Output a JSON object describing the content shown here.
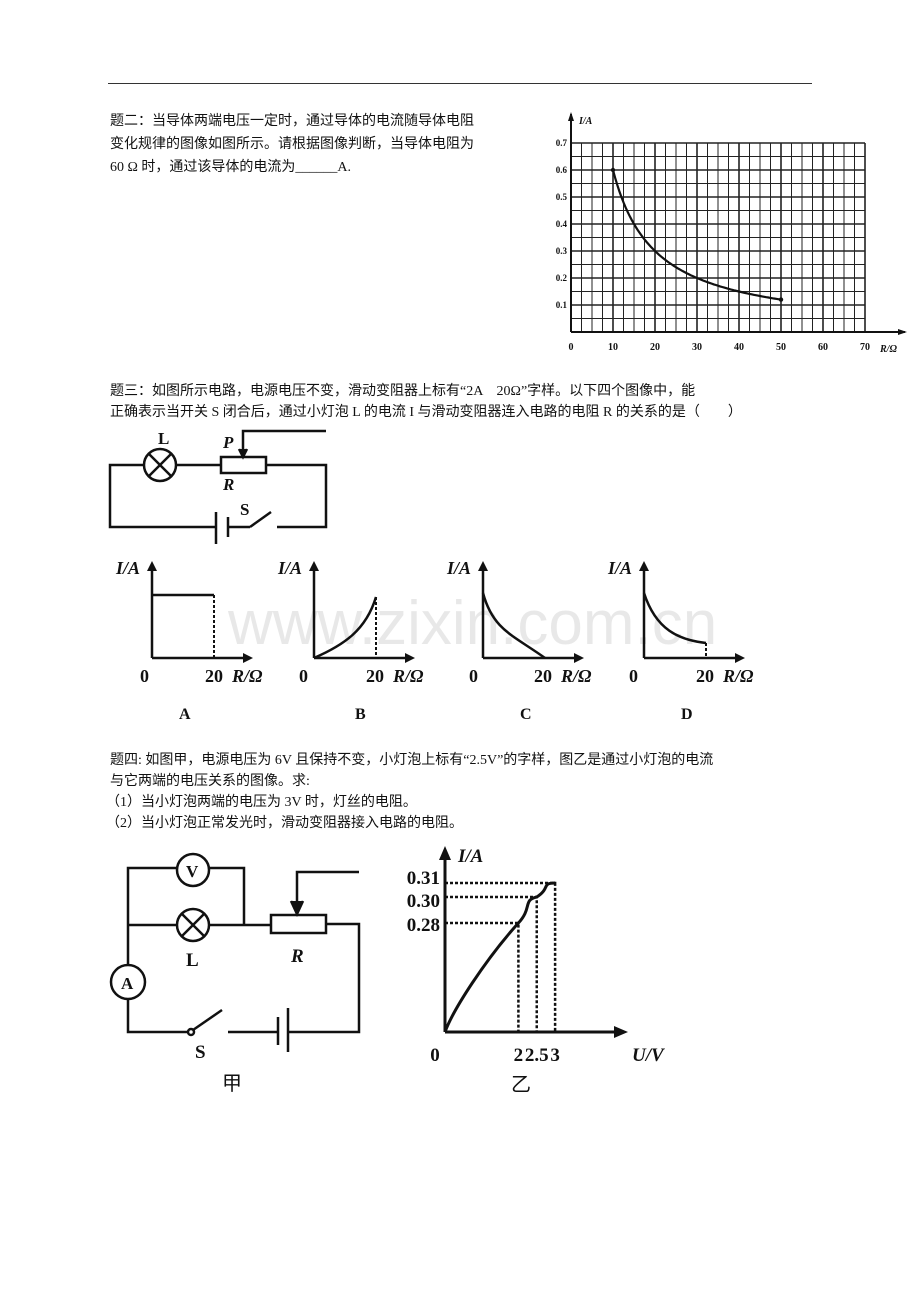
{
  "q2": {
    "lines": [
      "题二：当导体两端电压一定时，通过导体的电流随导体电阻",
      "变化规律的图像如图所示。请根据图像判断，当导体电阻为",
      "60 Ω 时，通过该导体的电流为______A."
    ]
  },
  "q3": {
    "lines": [
      "题三：如图所示电路，电源电压不变，滑动变阻器上标有“2A　20Ω”字样。以下四个图像中，能",
      "正确表示当开关 S 闭合后，通过小灯泡 L 的电流 I 与滑动变阻器连入电路的电阻 R 的关系的是（　　）"
    ],
    "circuit": {
      "lamp": "L",
      "slider": "P",
      "resistor": "R",
      "switch": "S"
    },
    "options": [
      {
        "letter": "A",
        "ylabel": "I/A",
        "origin": "0",
        "xtick": "20",
        "xlabel": "R/Ω",
        "shape": "constant"
      },
      {
        "letter": "B",
        "ylabel": "I/A",
        "origin": "0",
        "xtick": "20",
        "xlabel": "R/Ω",
        "shape": "increasing"
      },
      {
        "letter": "C",
        "ylabel": "I/A",
        "origin": "0",
        "xtick": "20",
        "xlabel": "R/Ω",
        "shape": "decreasing-to-zero"
      },
      {
        "letter": "D",
        "ylabel": "I/A",
        "origin": "0",
        "xtick": "20",
        "xlabel": "R/Ω",
        "shape": "decreasing"
      }
    ],
    "watermark": "www.zixin.com.cn"
  },
  "q4": {
    "lines": [
      "题四: 如图甲，电源电压为 6V 且保持不变，小灯泡上标有“2.5V”的字样，图乙是通过小灯泡的电流",
      "与它两端的电压关系的图像。求:",
      "（1）当小灯泡两端的电压为 3V 时，灯丝的电阻。",
      "（2）当小灯泡正常发光时，滑动变阻器接入电路的电阻。"
    ],
    "circuit": {
      "voltmeter": "V",
      "ammeter": "A",
      "lamp": "L",
      "resistor": "R",
      "switch": "S",
      "caption": "甲"
    },
    "graph": {
      "caption": "乙",
      "ylabel": "I/A",
      "xlabel": "U/V",
      "origin": "0",
      "points": [
        {
          "U": 0,
          "I": 0
        },
        {
          "U": 2,
          "I": 0.28
        },
        {
          "U": 2.5,
          "I": 0.3
        },
        {
          "U": 3,
          "I": 0.31
        }
      ],
      "xticks": [
        "2",
        "2.5",
        "3"
      ],
      "yticks": [
        "0.28",
        "0.30",
        "0.31"
      ]
    }
  },
  "chart_data": {
    "type": "line",
    "title": "",
    "xlabel": "R/Ω",
    "ylabel": "I/A",
    "xlim": [
      0,
      70
    ],
    "ylim": [
      0,
      0.7
    ],
    "xticks": [
      "0",
      "10",
      "20",
      "30",
      "40",
      "50",
      "60",
      "70"
    ],
    "yticks": [
      "0.1",
      "0.2",
      "0.3",
      "0.4",
      "0.5",
      "0.6",
      "0.7"
    ],
    "grid": true,
    "x": [
      10,
      15,
      20,
      30,
      40,
      50
    ],
    "y": [
      0.6,
      0.4,
      0.3,
      0.2,
      0.15,
      0.12
    ]
  }
}
